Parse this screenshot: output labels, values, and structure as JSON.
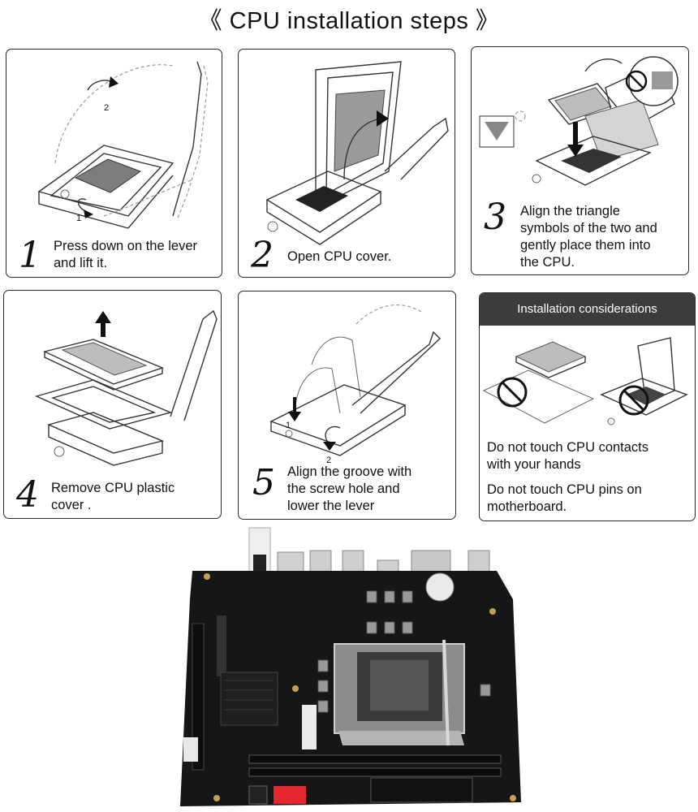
{
  "title": "《 CPU installation steps 》",
  "steps": [
    {
      "number": "1",
      "text_lines": [
        "Press down on the lever",
        "and lift it."
      ],
      "marks": [
        "2",
        "1"
      ]
    },
    {
      "number": "2",
      "text_lines": [
        "Open CPU cover."
      ]
    },
    {
      "number": "3",
      "text_lines": [
        "Align the triangle",
        "symbols of the two and",
        "gently place them into",
        "the CPU."
      ]
    },
    {
      "number": "4",
      "text_lines": [
        "Remove CPU plastic",
        "cover ."
      ]
    },
    {
      "number": "5",
      "text_lines": [
        "Align the groove with",
        "the screw hole and",
        "lower the lever"
      ],
      "marks": [
        "1",
        "2"
      ]
    }
  ],
  "considerations": {
    "header": "Installation considerations",
    "items": [
      {
        "lines": [
          "Do not touch CPU contacts",
          "with your hands"
        ]
      },
      {
        "lines": [
          "Do not touch CPU pins on",
          "motherboard."
        ]
      }
    ]
  },
  "colors": {
    "board": "#161616",
    "heatsink": "#1f1f1f",
    "sata_red": "#e5262f",
    "header_bg": "#3c3c3c"
  },
  "icons": [
    "arrow-icon",
    "prohibition-icon"
  ]
}
